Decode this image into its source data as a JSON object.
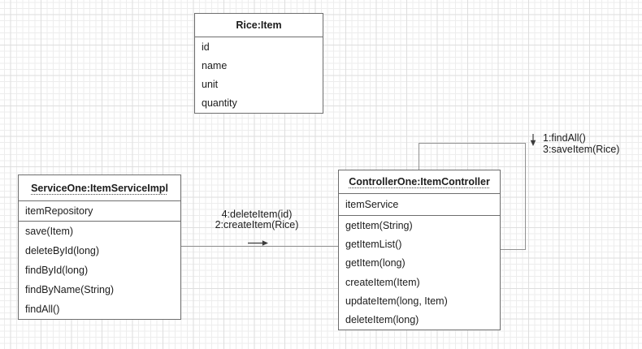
{
  "diagram": {
    "type": "uml-object-diagram",
    "objects": {
      "rice": {
        "title": "Rice:Item",
        "attributes": [
          "id",
          "name",
          "unit",
          "quantity"
        ],
        "methods": []
      },
      "service": {
        "title": "ServiceOne:ItemServiceImpl",
        "attributes": [
          "itemRepository"
        ],
        "methods": [
          "save(Item)",
          "deleteById(long)",
          "findById(long)",
          "findByName(String)",
          "findAll()"
        ]
      },
      "controller": {
        "title": "ControllerOne:ItemController",
        "attributes": [
          "itemService"
        ],
        "methods": [
          "getItem(String)",
          "getItemList()",
          "getItem(long)",
          "createItem(Item)",
          "updateItem(long, Item)",
          "deleteItem(long)"
        ]
      }
    },
    "connections": {
      "service_to_controller": {
        "from": "ServiceOne:ItemServiceImpl",
        "to": "ControllerOne:ItemController",
        "direction": "right",
        "labels": [
          "4:deleteItem(id)",
          "2:createItem(Rice)"
        ]
      },
      "controller_self_loop": {
        "from": "ControllerOne:ItemController",
        "to": "ControllerOne:ItemController",
        "direction": "down",
        "labels": [
          "1:findAll()",
          "3:saveItem(Rice)"
        ]
      }
    },
    "colors": {
      "box_border": "#6e6e6e",
      "connector_line": "#919191",
      "arrow": "#3b3b3b",
      "text": "#1c1c1c",
      "grid_minor": "#ededed",
      "grid_major": "#dedede",
      "background": "#ffffff"
    }
  }
}
